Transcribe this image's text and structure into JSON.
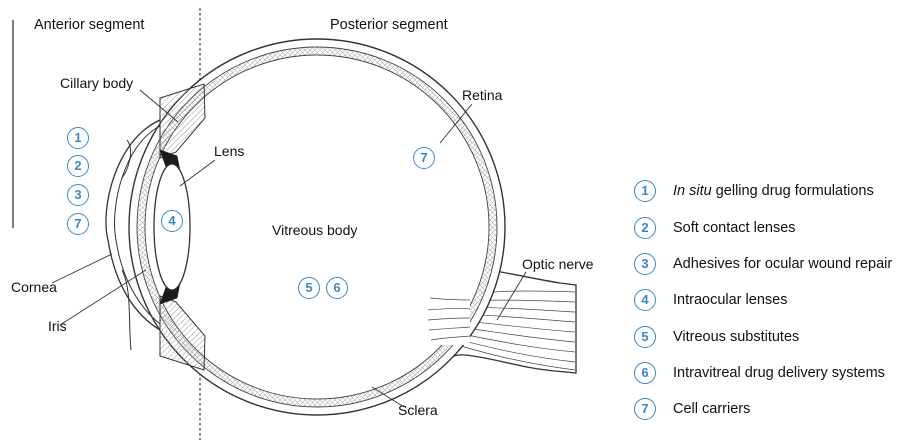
{
  "colors": {
    "accent": "#3a87c8",
    "line": "#333333",
    "hatch": "#9a9a9a"
  },
  "headers": {
    "anterior": "Anterior segment",
    "posterior": "Posterior segment"
  },
  "anatomy": {
    "ciliary_body": "Cillary body",
    "lens": "Lens",
    "retina": "Retina",
    "vitreous_body": "Vitreous body",
    "optic_nerve": "Optic nerve",
    "cornea": "Cornea",
    "iris": "Iris",
    "sclera": "Sclera"
  },
  "markers": {
    "anterior_stack": [
      "1",
      "2",
      "3",
      "7"
    ],
    "lens": "4",
    "vitreous": [
      "5",
      "6"
    ],
    "retina": "7"
  },
  "legend": [
    {
      "num": "1",
      "italic": "In situ",
      "text": " gelling drug formulations"
    },
    {
      "num": "2",
      "italic": "",
      "text": "Soft contact lenses"
    },
    {
      "num": "3",
      "italic": "",
      "text": "Adhesives for ocular wound repair"
    },
    {
      "num": "4",
      "italic": "",
      "text": "Intraocular lenses"
    },
    {
      "num": "5",
      "italic": "",
      "text": "Vitreous substitutes"
    },
    {
      "num": "6",
      "italic": "",
      "text": "Intravitreal drug delivery systems"
    },
    {
      "num": "7",
      "italic": "",
      "text": "Cell carriers"
    }
  ]
}
